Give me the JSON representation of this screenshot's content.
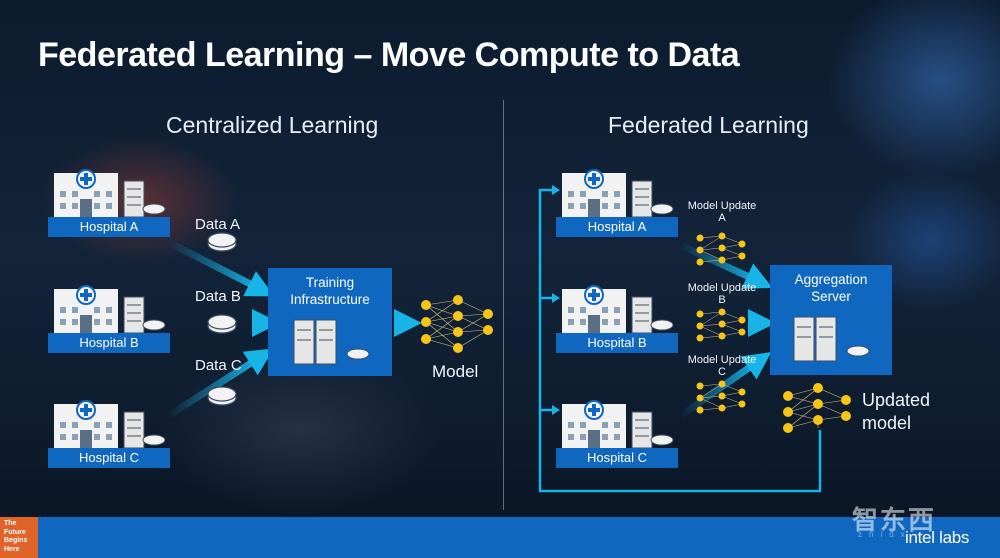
{
  "title": "Federated Learning – Move Compute to Data",
  "centralized": {
    "heading": "Centralized Learning",
    "hospitals": [
      "Hospital A",
      "Hospital B",
      "Hospital C"
    ],
    "data_labels": [
      "Data A",
      "Data B",
      "Data C"
    ],
    "training_line1": "Training",
    "training_line2": "Infrastructure",
    "model_label": "Model"
  },
  "federated": {
    "heading": "Federated Learning",
    "hospitals": [
      "Hospital A",
      "Hospital B",
      "Hospital C"
    ],
    "updates": [
      {
        "line1": "Model Update",
        "line2": "A"
      },
      {
        "line1": "Model Update",
        "line2": "B"
      },
      {
        "line1": "Model Update",
        "line2": "C"
      }
    ],
    "server_line1": "Aggregation",
    "server_line2": "Server",
    "updated_line1": "Updated",
    "updated_line2": "model"
  },
  "footer": {
    "badge": [
      "The",
      "Future",
      "Begins",
      "Here"
    ],
    "logo": "intel labs",
    "watermark": "智东西",
    "watermark_sub": "zhidx"
  },
  "colors": {
    "accent_blue": "#0f67c0",
    "arrow_cyan": "#18b4e8",
    "node_yellow": "#f5c518",
    "badge_orange": "#e0642a"
  }
}
